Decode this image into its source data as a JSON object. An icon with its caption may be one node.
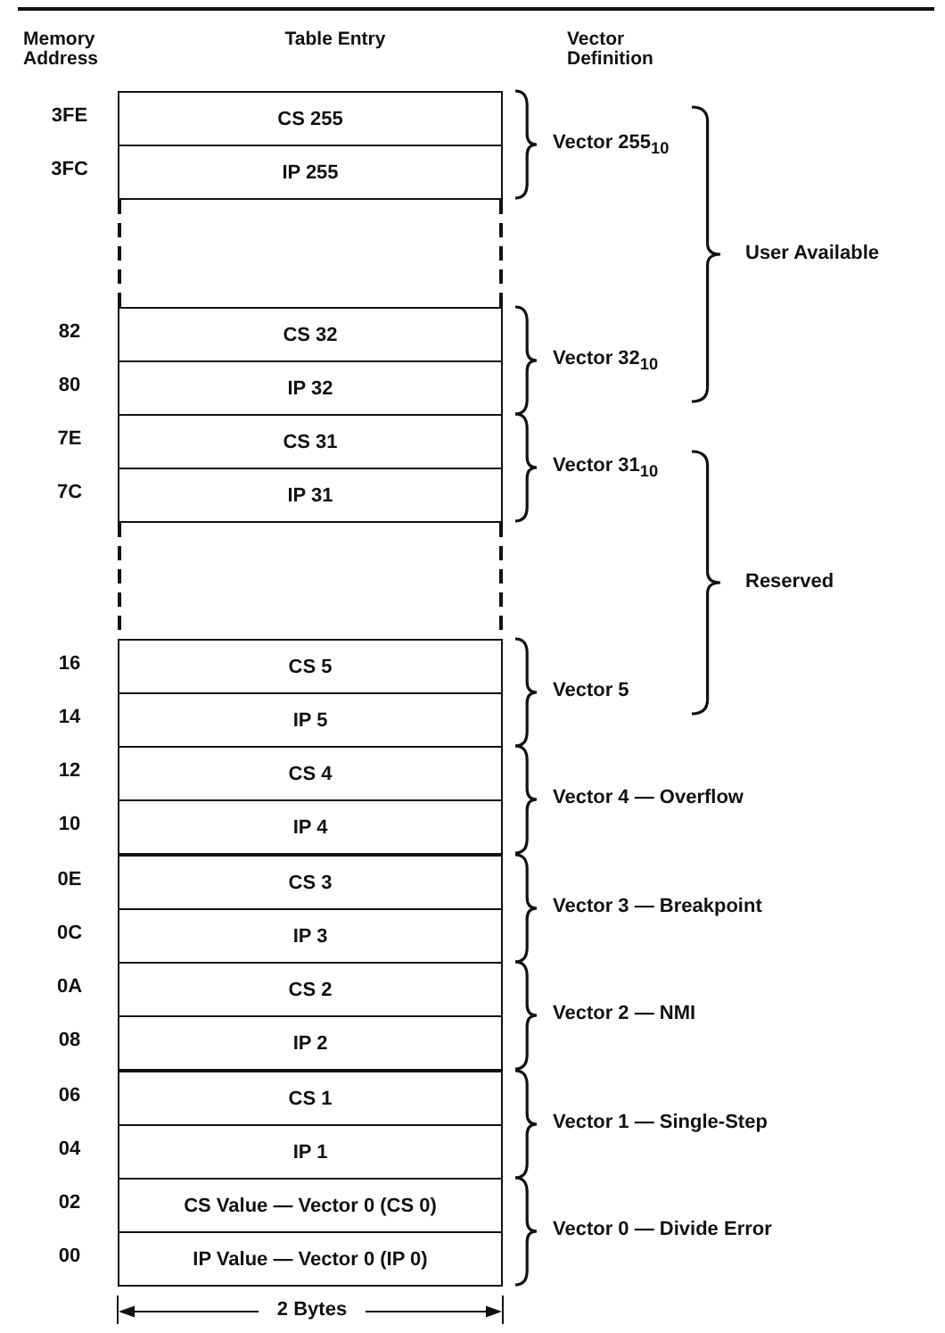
{
  "diagram": {
    "nodes": [
      {
        "text": [
          "CS 255"
        ],
        "beside": [
          "3FE"
        ]
      },
      {
        "text": [
          "IP 255"
        ],
        "beside": [
          "3FC"
        ]
      },
      {
        "text": [
          "CS 32"
        ],
        "beside": [
          "82"
        ]
      },
      {
        "text": [
          "IP 32"
        ],
        "beside": [
          "80"
        ]
      },
      {
        "text": [
          "CS 31"
        ],
        "beside": [
          "7E"
        ]
      },
      {
        "text": [
          "IP 31"
        ],
        "beside": [
          "7C"
        ]
      },
      {
        "text": [
          "CS 5"
        ],
        "beside": [
          "16"
        ]
      },
      {
        "text": [
          "IP 5"
        ],
        "beside": [
          "14"
        ]
      },
      {
        "text": [
          "CS 4"
        ],
        "beside": [
          "12"
        ]
      },
      {
        "text": [
          "IP 4"
        ],
        "beside": [
          "10"
        ]
      },
      {
        "text": [
          "CS 3"
        ],
        "beside": [
          "0E"
        ]
      },
      {
        "text": [
          "IP 3"
        ],
        "beside": [
          "0C"
        ]
      },
      {
        "text": [
          "CS 2"
        ],
        "beside": [
          "0A"
        ]
      },
      {
        "text": [
          "IP 2"
        ],
        "beside": [
          "08"
        ]
      },
      {
        "text": [
          "CS 1"
        ],
        "beside": [
          "06"
        ]
      },
      {
        "text": [
          "IP 1"
        ],
        "beside": [
          "04"
        ]
      },
      {
        "text": [
          "CS Value — Vector 0 (CS 0)"
        ],
        "beside": [
          "02"
        ]
      },
      {
        "text": [
          "IP Value — Vector 0 (IP 0)"
        ],
        "beside": [
          "00"
        ]
      }
    ],
    "labels": [
      "Memory Address",
      "Table Entry",
      "Vector Definition",
      "Vector 255$_{10}$",
      "User Available",
      "Vector 32$_{10}$",
      "Vector 31$_{10}$",
      "Reserved",
      "Vector 5",
      "Vector 4 — Overflow",
      "Vector 3 — Breakpoint",
      "Vector 2 — NMI",
      "Vector 1 — Single-Step",
      "Vector 0 — Divide Error",
      "2 Bytes"
    ]
  }
}
